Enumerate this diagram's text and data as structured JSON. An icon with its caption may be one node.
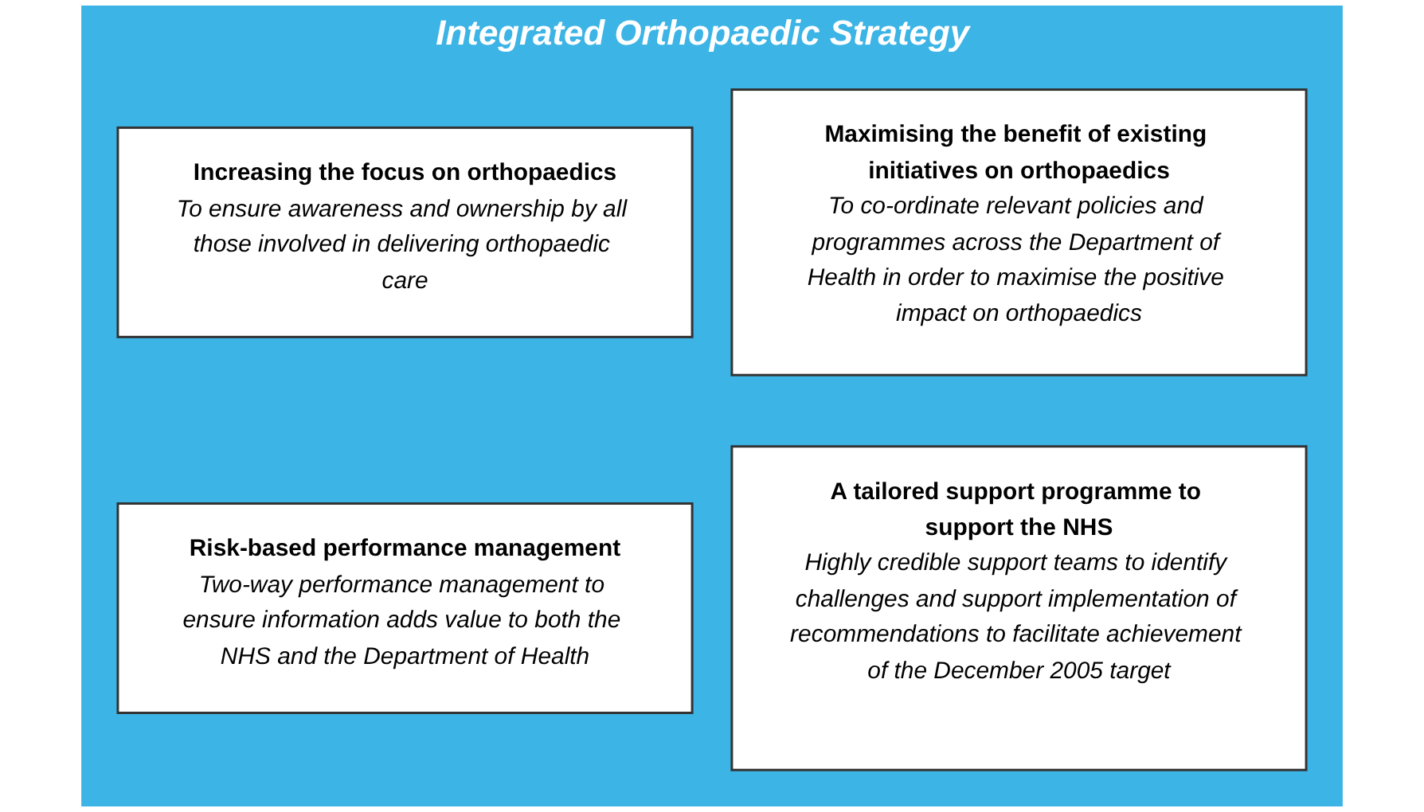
{
  "diagram": {
    "nodes": [
      {
        "text": [
          "Integrated Orthopaedic Strategy"
        ]
      },
      {
        "text": [
          "Increasing the focus on orthopaedics",
          "To ensure awareness and ownership by all those involved in delivering orthopaedic care"
        ],
        "in": 0
      },
      {
        "text": [
          "Maximising the benefit of existing initiatives on orthopaedics",
          "To co-ordinate relevant policies and programmes across the Department of Health in order to maximise the positive impact on orthopaedics"
        ],
        "in": 0
      },
      {
        "text": [
          "Risk-based performance management",
          "Two-way performance management to ensure information adds value to both the NHS and the Department of Health"
        ],
        "in": 0
      },
      {
        "text": [
          "A tailored support programme to support the NHS",
          "Highly credible support teams to identify challenges and support implementation of recommendations to facilitate achievement of the December 2005 target"
        ],
        "in": 0
      }
    ],
    "edges": []
  }
}
